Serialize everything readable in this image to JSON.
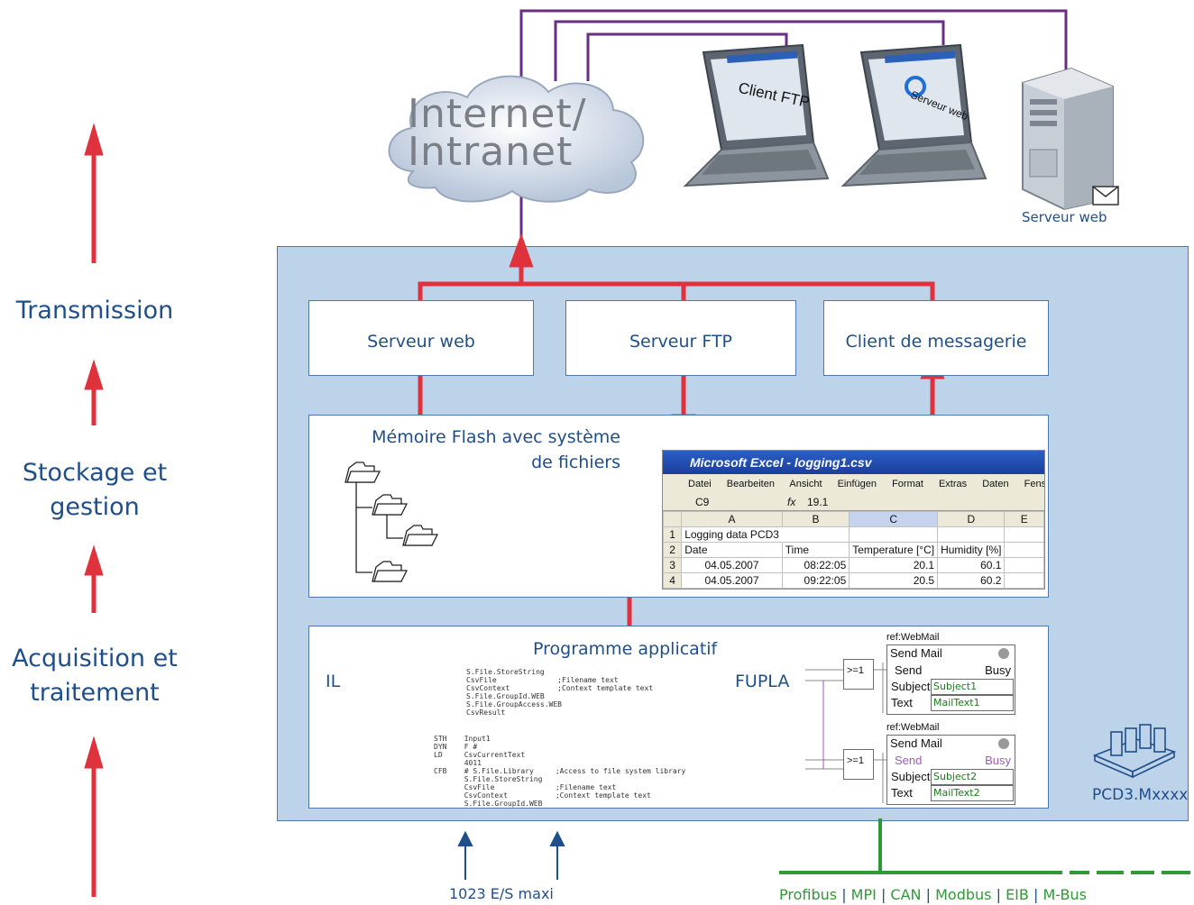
{
  "stages": {
    "transmission": "Transmission",
    "storage": "Stockage et\ngestion",
    "acquisition": "Acquisition et\ntraitement"
  },
  "network": {
    "cloud_label": "Internet/\nIntranet",
    "laptop_ftp_label": "Client FTP",
    "laptop_web_label": "Serveur web",
    "server_label": "Serveur web"
  },
  "boxes": {
    "web_server": "Serveur web",
    "ftp_server": "Serveur FTP",
    "mail_client": "Client de messagerie",
    "flash_title": "Mémoire Flash avec système\nde fichiers",
    "app_program": "Programme applicatif",
    "il_label": "IL",
    "fupla_label": "FUPLA",
    "device": "PCD3.Mxxxx"
  },
  "excel": {
    "title": "Microsoft Excel - logging1.csv",
    "menu": [
      "Datei",
      "Bearbeiten",
      "Ansicht",
      "Einfügen",
      "Format",
      "Extras",
      "Daten",
      "Fenster"
    ],
    "cell_ref": "C9",
    "formula": "19.1",
    "columns": [
      "A",
      "B",
      "C",
      "D",
      "E"
    ],
    "rows": [
      [
        "1",
        "Logging data PCD3",
        "",
        "",
        "",
        ""
      ],
      [
        "2",
        "Date",
        "Time",
        "Temperature [°C]",
        "Humidity [%]",
        ""
      ],
      [
        "3",
        "04.05.2007",
        "08:22:05",
        "20.1",
        "60.1",
        ""
      ],
      [
        "4",
        "04.05.2007",
        "09:22:05",
        "20.5",
        "60.2",
        ""
      ]
    ]
  },
  "fupla": {
    "block1": {
      "ref": "ref:WebMail",
      "title": "Send Mail",
      "send": "Send",
      "busy": "Busy",
      "subject": "Subject",
      "subject_val": "Subject1",
      "text": "Text",
      "text_val": "MailText1",
      "or": ">=1"
    },
    "block2": {
      "ref": "ref:WebMail",
      "title": "Send Mail",
      "send": "Send",
      "busy": "Busy",
      "subject": "Subject",
      "subject_val": "Subject2",
      "text": "Text",
      "text_val": "MailText2",
      "or": ">=1"
    }
  },
  "il_code": {
    "block1": "S.File.StoreString\nCsvFile              ;Filename text\nCsvContext           ;Context template text\nS.File.GroupId.WEB\nS.File.GroupAccess.WEB\nCsvResult",
    "block2": "STH    Input1\nDYN    F #\nLD     CsvCurrentText\n       4011\nCFB    # S.File.Library     ;Access to file system library\n       S.File.StoreString\n       CsvFile              ;Filename text\n       CsvContext           ;Context template text\n       S.File.GroupId.WEB"
  },
  "bottom": {
    "io_label": "1023 E/S maxi",
    "bus_items": [
      "Profibus",
      "MPI",
      "CAN",
      "Modbus",
      "EIB",
      "M-Bus"
    ],
    "separator": "|"
  },
  "colors": {
    "arrow_red": "#e0323c",
    "label_blue": "#1f4f8a",
    "panel_bg": "#bdd3ea",
    "net_purple": "#6a2d86",
    "bus_green": "#2f9a35"
  }
}
